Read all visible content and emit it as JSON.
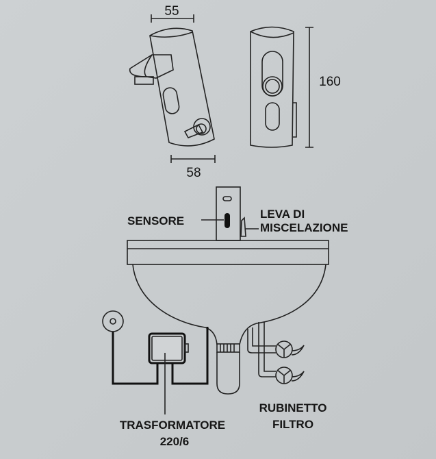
{
  "dimensions": {
    "top_width": "55",
    "bottom_width": "58",
    "height": "160"
  },
  "labels": {
    "sensor": "SENSORE",
    "lever_line1": "LEVA DI",
    "lever_line2": "MISCELAZIONE",
    "transformer_line1": "TRASFORMATORE",
    "transformer_line2": "220/6",
    "tap_line1": "RUBINETTO",
    "tap_line2": "FILTRO"
  },
  "colors": {
    "paper": "#c8ccce",
    "ink": "#161616"
  }
}
